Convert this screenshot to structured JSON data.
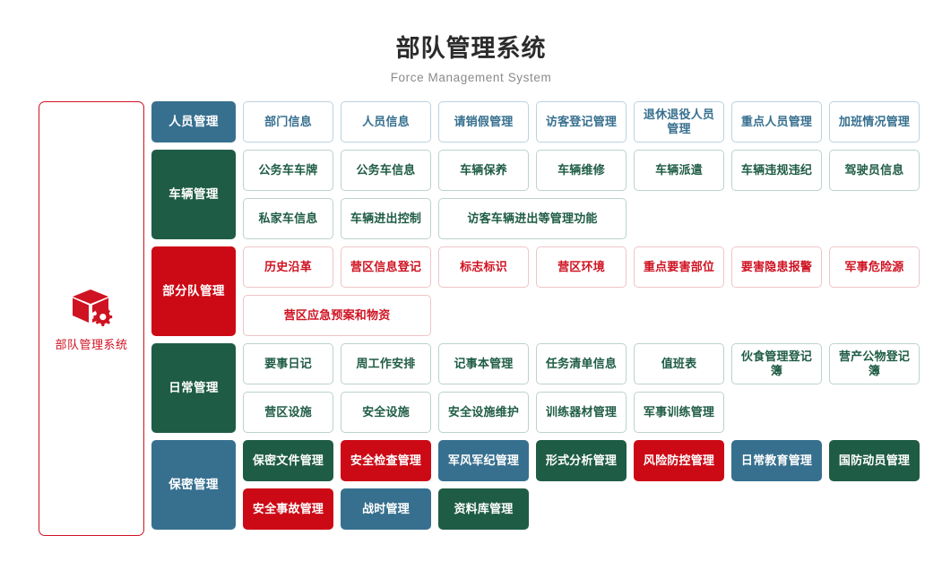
{
  "header": {
    "title": "部队管理系统",
    "subtitle": "Force Management System"
  },
  "sidebar": {
    "label": "部队管理系统",
    "icon": "box-gear-icon",
    "accent_color": "#cf1322"
  },
  "palette": {
    "blue": "#37708f",
    "green": "#1f5c45",
    "red": "#cc0a16",
    "border_blue": "#bcd2e0",
    "border_green": "#bcd3c9",
    "border_red": "#f0c4c7",
    "title_color": "#2b2b2b",
    "subtitle_color": "#8a8a8a"
  },
  "groups": [
    {
      "head": "人员管理",
      "head_style": "head-blue",
      "tile_style": "outline-blue",
      "lines": [
        [
          {
            "label": "部门信息"
          },
          {
            "label": "人员信息"
          },
          {
            "label": "请销假管理"
          },
          {
            "label": "访客登记管理"
          },
          {
            "label": "退休退役人员管理"
          },
          {
            "label": "重点人员管理"
          },
          {
            "label": "加班情况管理"
          }
        ]
      ]
    },
    {
      "head": "车辆管理",
      "head_style": "head-green",
      "tile_style": "outline-green",
      "lines": [
        [
          {
            "label": "公务车车牌"
          },
          {
            "label": "公务车信息"
          },
          {
            "label": "车辆保养"
          },
          {
            "label": "车辆维修"
          },
          {
            "label": "车辆派遣"
          },
          {
            "label": "车辆违规违纪"
          },
          {
            "label": "驾驶员信息"
          }
        ],
        [
          {
            "label": "私家车信息"
          },
          {
            "label": "车辆进出控制"
          },
          {
            "label": "访客车辆进出等管理功能",
            "span": 2
          }
        ]
      ]
    },
    {
      "head": "部分队管理",
      "head_style": "head-red",
      "tile_style": "outline-red",
      "lines": [
        [
          {
            "label": "历史沿革"
          },
          {
            "label": "营区信息登记"
          },
          {
            "label": "标志标识"
          },
          {
            "label": "营区环境"
          },
          {
            "label": "重点要害部位"
          },
          {
            "label": "要害隐患报警"
          },
          {
            "label": "军事危险源"
          }
        ],
        [
          {
            "label": "营区应急预案和物资",
            "span": 2
          }
        ]
      ]
    },
    {
      "head": "日常管理",
      "head_style": "head-green",
      "tile_style": "outline-green",
      "lines": [
        [
          {
            "label": "要事日记"
          },
          {
            "label": "周工作安排"
          },
          {
            "label": "记事本管理"
          },
          {
            "label": "任务清单信息"
          },
          {
            "label": "值班表"
          },
          {
            "label": "伙食管理登记簿"
          },
          {
            "label": "营产公物登记簿"
          }
        ],
        [
          {
            "label": "营区设施"
          },
          {
            "label": "安全设施"
          },
          {
            "label": "安全设施维护"
          },
          {
            "label": "训练器材管理"
          },
          {
            "label": "军事训练管理"
          }
        ]
      ]
    },
    {
      "head": "保密管理",
      "head_style": "head-blue",
      "tile_style": "solid",
      "lines": [
        [
          {
            "label": "保密文件管理",
            "style": "solid-green"
          },
          {
            "label": "安全检查管理",
            "style": "solid-red"
          },
          {
            "label": "军风军纪管理",
            "style": "solid-blue"
          },
          {
            "label": "形式分析管理",
            "style": "solid-green"
          },
          {
            "label": "风险防控管理",
            "style": "solid-red"
          },
          {
            "label": "日常教育管理",
            "style": "solid-blue"
          },
          {
            "label": "国防动员管理",
            "style": "solid-green"
          }
        ],
        [
          {
            "label": "安全事故管理",
            "style": "solid-red"
          },
          {
            "label": "战时管理",
            "style": "solid-blue"
          },
          {
            "label": "资料库管理",
            "style": "solid-green"
          }
        ]
      ]
    }
  ]
}
